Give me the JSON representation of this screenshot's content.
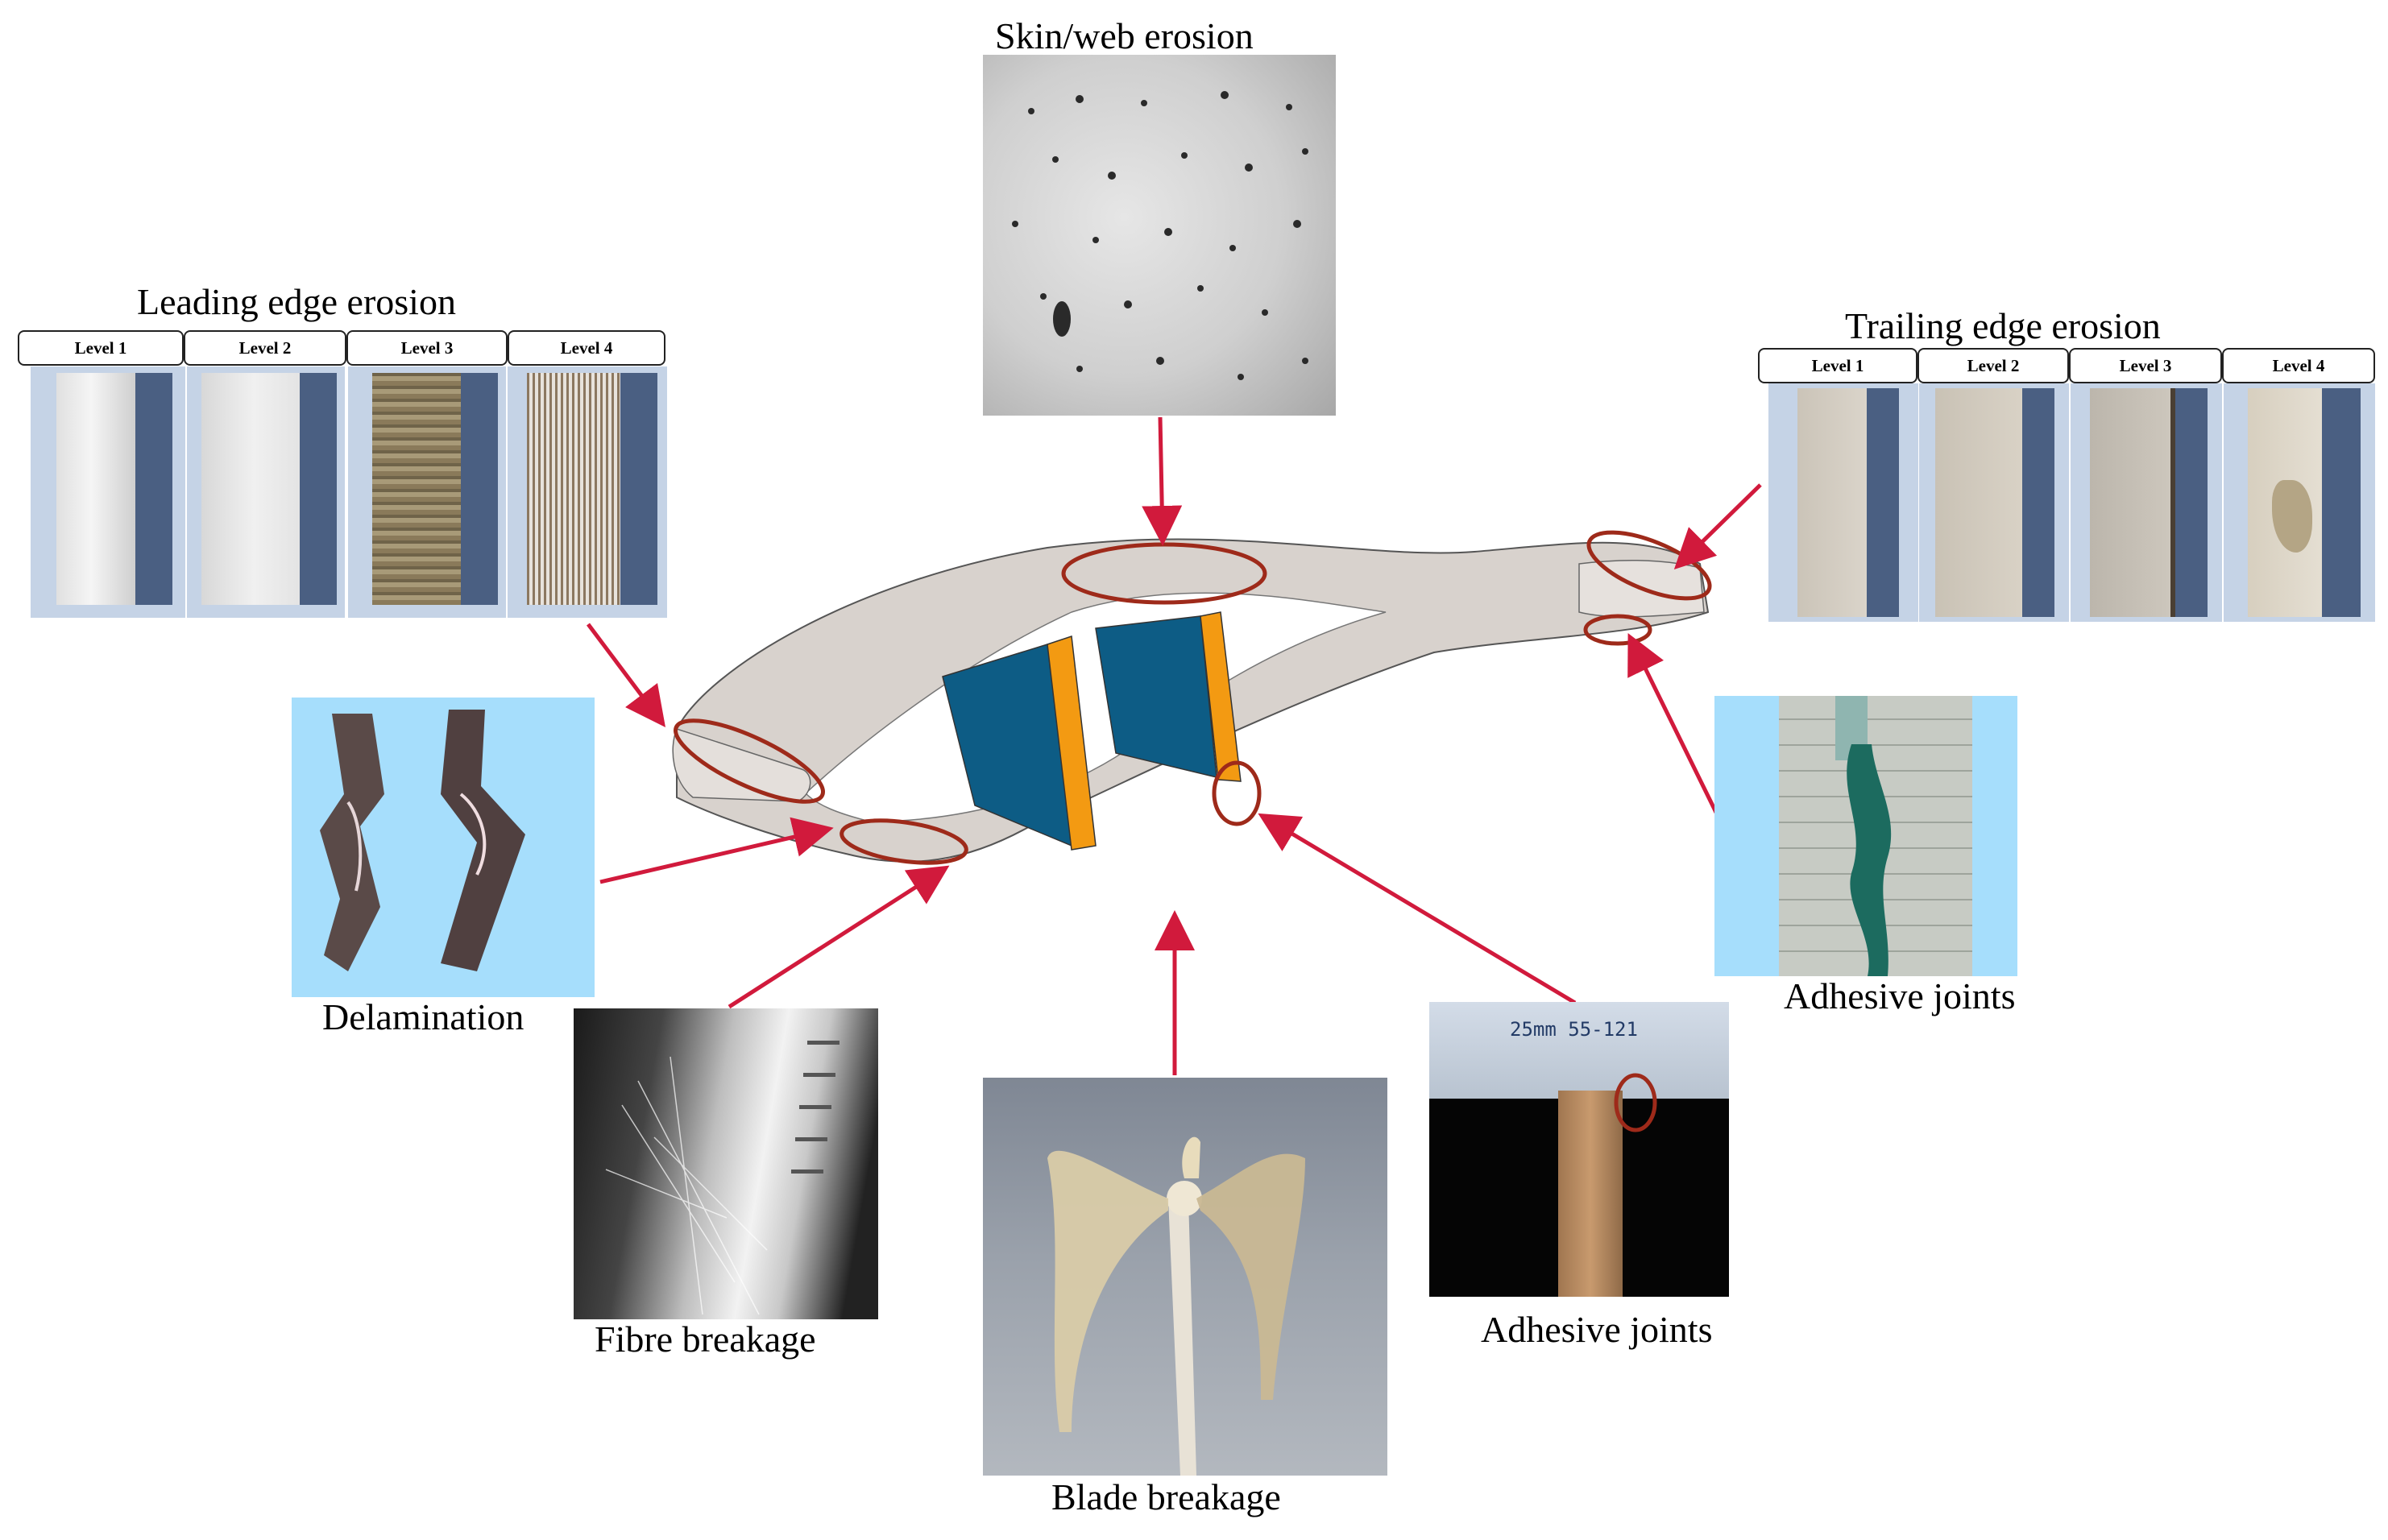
{
  "figure": {
    "skin_web": {
      "label": "Skin/web erosion"
    },
    "leading_edge": {
      "label": "Leading edge erosion",
      "levels": [
        "Level 1",
        "Level 2",
        "Level 3",
        "Level 4"
      ]
    },
    "trailing_edge": {
      "label": "Trailing edge erosion",
      "levels": [
        "Level 1",
        "Level 2",
        "Level 3",
        "Level 4"
      ]
    },
    "delamination": {
      "label": "Delamination"
    },
    "fibre_breakage": {
      "label": "Fibre breakage"
    },
    "blade_breakage": {
      "label": "Blade breakage"
    },
    "adhesive_joints_bottom": {
      "label": "Adhesive joints"
    },
    "adhesive_joints_right": {
      "label": "Adhesive joints"
    },
    "photo_annotation": {
      "text": "25mm  55-121"
    }
  },
  "colors": {
    "arrow": "#d11a3c",
    "highlight_ellipse": "#9e2a1a",
    "blade_shell": "#d8d2cd",
    "spar_web": "#0d5c85",
    "adhesive_strip": "#f39a12",
    "level_photo_backdrop": "#c5d3e6"
  }
}
